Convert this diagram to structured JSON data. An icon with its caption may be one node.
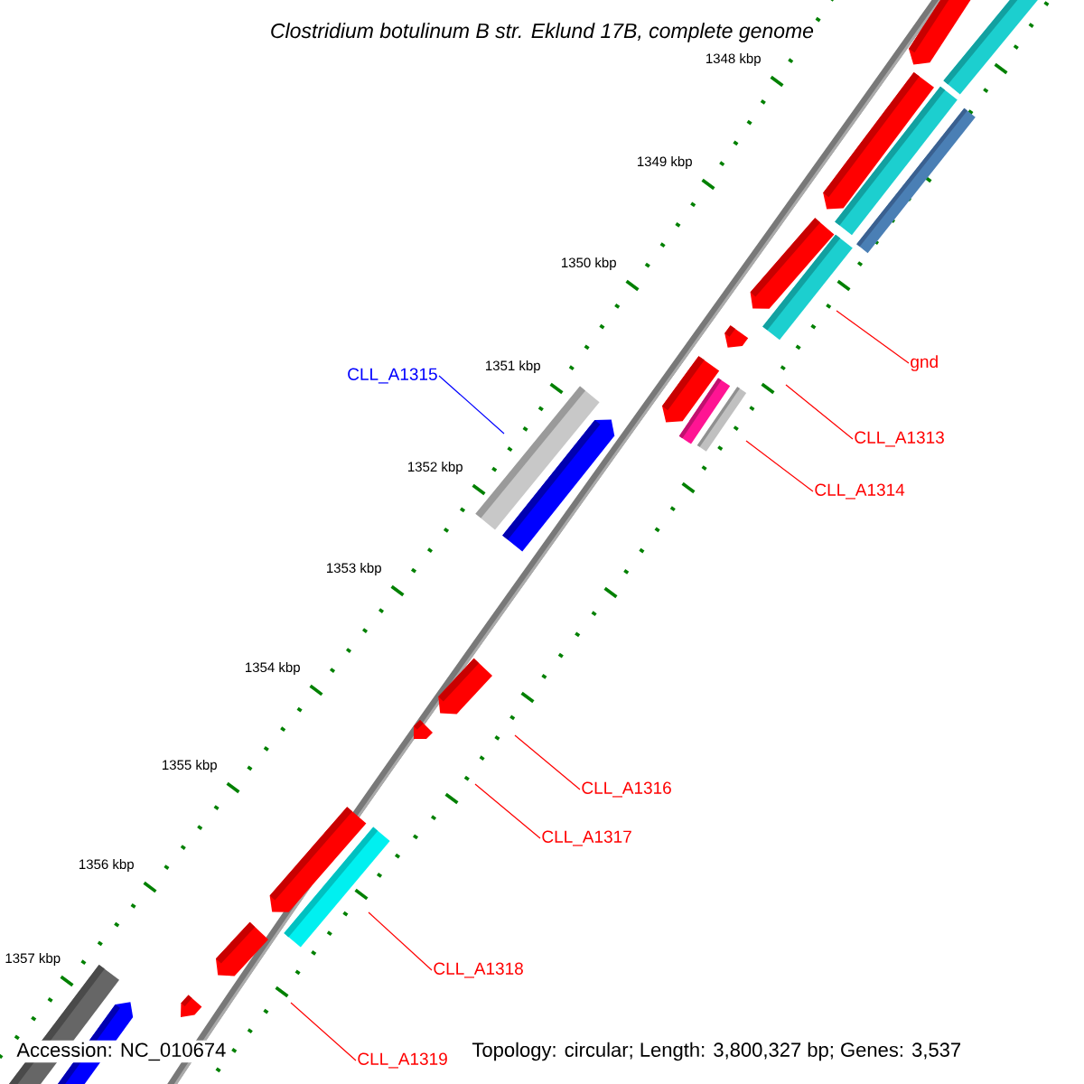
{
  "diagram": {
    "title": "Clostridium botulinum B str. Eklund 17B, complete genome",
    "nodes": [
      {
        "text": [
          "gnd"
        ]
      },
      {
        "text": [
          "CLL_A1313"
        ]
      },
      {
        "text": [
          "CLL_A1314"
        ]
      },
      {
        "text": [
          "CLL_A1315"
        ]
      },
      {
        "text": [
          "CLL_A1316"
        ]
      },
      {
        "text": [
          "CLL_A1317"
        ]
      },
      {
        "text": [
          "CLL_A1318"
        ]
      },
      {
        "text": [
          "CLL_A1319"
        ]
      }
    ],
    "edges": [
      {
        "from": 0,
        "to": null,
        "arrow": "none"
      },
      {
        "from": 1,
        "to": null,
        "arrow": "none"
      },
      {
        "from": 2,
        "to": null,
        "arrow": "none"
      },
      {
        "from": 3,
        "to": null,
        "arrow": "none",
        "color": "#0000ff"
      },
      {
        "from": 4,
        "to": null,
        "arrow": "none"
      },
      {
        "from": 5,
        "to": null,
        "arrow": "none"
      },
      {
        "from": 6,
        "to": null,
        "arrow": "none"
      },
      {
        "from": 7,
        "to": null,
        "arrow": "none"
      }
    ],
    "labels": [
      "1348 kbp",
      "1349 kbp",
      "1350 kbp",
      "1351 kbp",
      "1352 kbp",
      "1353 kbp",
      "1354 kbp",
      "1355 kbp",
      "1356 kbp",
      "1357 kbp",
      "Accession: NC_010674",
      "Topology: circular; Length: 3,800,327 bp; Genes: 3,537"
    ]
  }
}
